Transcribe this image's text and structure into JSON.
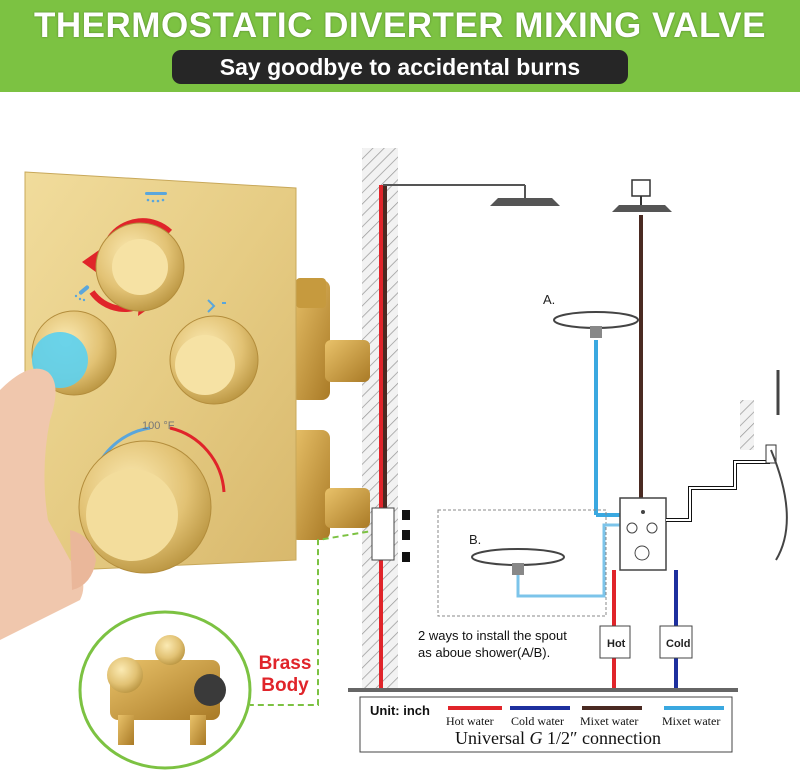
{
  "header": {
    "title": "THERMOSTATIC DIVERTER MIXING VALVE",
    "subtitle": "Say goodbye to accidental burns"
  },
  "product": {
    "temperature_label": "100 °F",
    "brass_label": "Brass Body"
  },
  "diagram": {
    "option_a_label": "A.",
    "option_b_label": "B.",
    "spout_note_line1": "2 ways to install the spout",
    "spout_note_line2": "as aboue shower(A/B).",
    "hot_label": "Hot",
    "cold_label": "Cold"
  },
  "legend": {
    "unit_label": "Unit: inch",
    "items": [
      {
        "label": "Hot water",
        "color": "#e0242a"
      },
      {
        "label": "Cold water",
        "color": "#1d2f9e"
      },
      {
        "label": "Mixet water",
        "color": "#4a2a22"
      },
      {
        "label": "Mixet water",
        "color": "#3aa8e0"
      }
    ],
    "connection_prefix": "Universal ",
    "connection_symbol": "G",
    "connection_suffix": " 1/2″ connection"
  },
  "colors": {
    "header_green": "#7cc242",
    "subtitle_bg": "#262626",
    "hot": "#e0242a",
    "cold": "#1d2f9e",
    "mixed": "#4a2a22",
    "spout": "#3aa8e0",
    "gold": "#e3c77f"
  }
}
